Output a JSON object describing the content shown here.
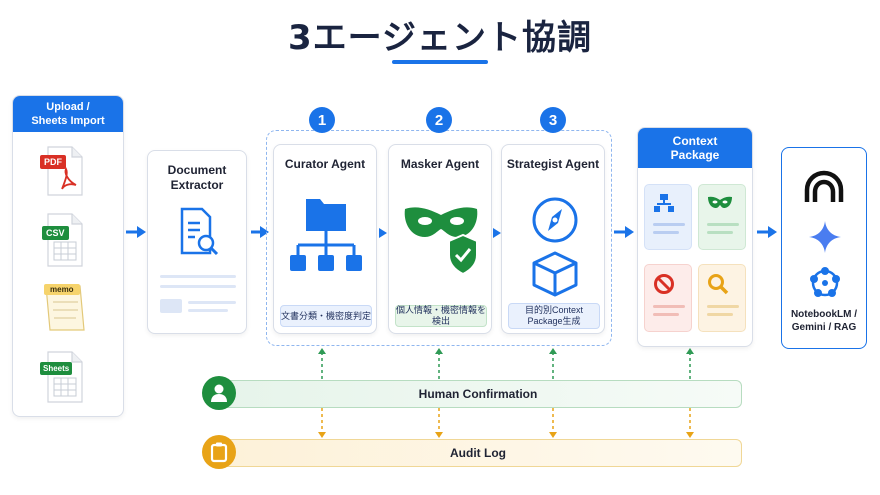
{
  "title": "3エージェント協調",
  "upload": {
    "header": "Upload /\nSheets Import",
    "files": [
      "PDF",
      "CSV",
      "memo",
      "Sheets"
    ]
  },
  "extractor": {
    "label": "Document\nExtractor"
  },
  "agents": [
    {
      "num": "1",
      "label": "Curator Agent",
      "tag": "文書分類・機密度判定"
    },
    {
      "num": "2",
      "label": "Masker Agent",
      "tag": "個人情報・機密情報を検出"
    },
    {
      "num": "3",
      "label": "Strategist Agent",
      "tag": "目的別Context\nPackage生成"
    }
  ],
  "context": {
    "header": "Context\nPackage"
  },
  "output": {
    "label": "NotebookLM /\nGemini / RAG"
  },
  "human_bar": {
    "label": "Human Confirmation"
  },
  "audit_bar": {
    "label": "Audit Log"
  },
  "colors": {
    "accent": "#1a73e8",
    "green": "#1e8e3e",
    "amber": "#e8a317",
    "red": "#d93025"
  }
}
